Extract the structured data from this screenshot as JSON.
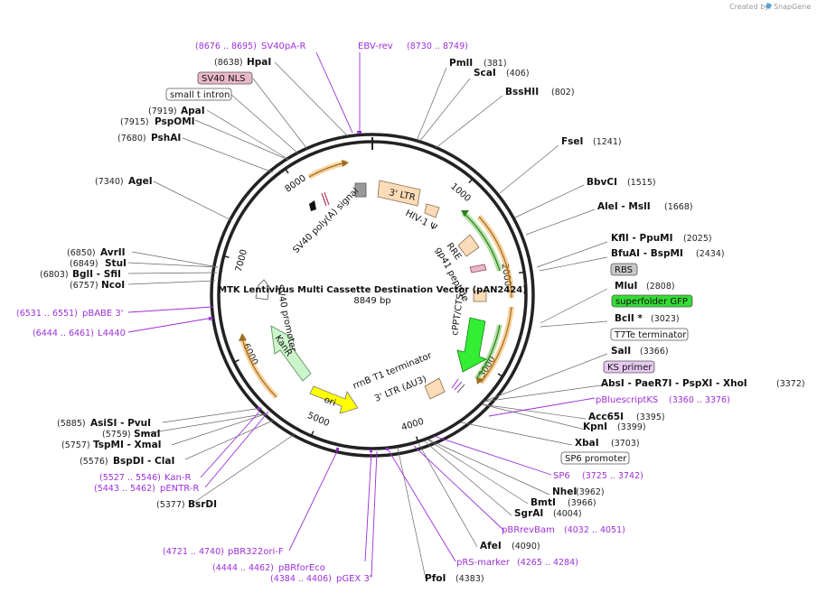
{
  "credit": {
    "text": "Created by",
    "brand": "SnapGene"
  },
  "plasmid": {
    "name": "MTK Lentivirus Multi Cassette Destination Vector (pAN2424)",
    "size": "8849 bp",
    "length": 8849
  },
  "ticks": [
    "1000",
    "2000",
    "3000",
    "4000",
    "5000",
    "6000",
    "7000",
    "8000"
  ],
  "enzymes": [
    {
      "name": "PmlI",
      "pos": "(381)"
    },
    {
      "name": "ScaI",
      "pos": "(406)"
    },
    {
      "name": "BssHII",
      "pos": "(802)"
    },
    {
      "name": "FseI",
      "pos": "(1241)"
    },
    {
      "name": "BbvCI",
      "pos": "(1515)"
    },
    {
      "name": "AleI - MslI",
      "pos": "(1668)"
    },
    {
      "name": "KflI - PpuMI",
      "pos": "(2025)"
    },
    {
      "name": "BfuAI - BspMI",
      "pos": "(2434)"
    },
    {
      "name": "MluI",
      "pos": "(2808)"
    },
    {
      "name": "BclI *",
      "pos": "(3023)"
    },
    {
      "name": "SalI",
      "pos": "(3366)"
    },
    {
      "name": "AbsI - PaeR7I - PspXI - XhoI",
      "pos": "(3372)"
    },
    {
      "name": "Acc65I",
      "pos": "(3395)"
    },
    {
      "name": "KpnI",
      "pos": "(3399)"
    },
    {
      "name": "XbaI",
      "pos": "(3703)"
    },
    {
      "name": "NheI",
      "pos": "(3962)"
    },
    {
      "name": "BmtI",
      "pos": "(3966)"
    },
    {
      "name": "SgrAI",
      "pos": "(4004)"
    },
    {
      "name": "AfeI",
      "pos": "(4090)"
    },
    {
      "name": "PfoI",
      "pos": "(4383)"
    },
    {
      "name": "BsrDI",
      "pos": "(5377)"
    },
    {
      "name": "BspDI - ClaI",
      "pos": "(5576)"
    },
    {
      "name": "TspMI - XmaI",
      "pos": "(5757)"
    },
    {
      "name": "SmaI",
      "pos": "(5759)"
    },
    {
      "name": "AsiSI - PvuI",
      "pos": "(5885)"
    },
    {
      "name": "NcoI",
      "pos": "(6757)"
    },
    {
      "name": "BglI - SfiI",
      "pos": "(6803)"
    },
    {
      "name": "StuI",
      "pos": "(6849)"
    },
    {
      "name": "AvrII",
      "pos": "(6850)"
    },
    {
      "name": "AgeI",
      "pos": "(7340)"
    },
    {
      "name": "PshAI",
      "pos": "(7680)"
    },
    {
      "name": "PspOMI",
      "pos": "(7915)"
    },
    {
      "name": "ApaI",
      "pos": "(7919)"
    },
    {
      "name": "HpaI",
      "pos": "(8638)"
    }
  ],
  "primers": [
    {
      "name": "EBV-rev",
      "range": "(8730 .. 8749)"
    },
    {
      "name": "SV40pA-R",
      "range": "(8676 .. 8695)"
    },
    {
      "name": "pBABE 3'",
      "range": "(6531 .. 6551)"
    },
    {
      "name": "L4440",
      "range": "(6444 .. 6461)"
    },
    {
      "name": "Kan-R",
      "range": "(5527 .. 5546)"
    },
    {
      "name": "pENTR-R",
      "range": "(5443 .. 5462)"
    },
    {
      "name": "pBR322ori-F",
      "range": "(4721 .. 4740)"
    },
    {
      "name": "pBRforEco",
      "range": "(4444 .. 4462)"
    },
    {
      "name": "pGEX 3'",
      "range": "(4384 .. 4406)"
    },
    {
      "name": "pRS-marker",
      "range": "(4265 .. 4284)"
    },
    {
      "name": "pBRrevBam",
      "range": "(4032 .. 4051)"
    },
    {
      "name": "SP6",
      "range": "(3725 .. 3742)"
    },
    {
      "name": "pBluescriptKS",
      "range": "(3360 .. 3376)"
    }
  ],
  "boxed_features": [
    {
      "name": "SV40 NLS",
      "fill": "#e9b8c8"
    },
    {
      "name": "small t intron",
      "fill": "#ffffff"
    },
    {
      "name": "RBS",
      "fill": "#c8c8c8"
    },
    {
      "name": "superfolder GFP",
      "fill": "#33dd33"
    },
    {
      "name": "T7Te terminator",
      "fill": "#ffffff"
    },
    {
      "name": "KS primer",
      "fill": "#e6c8f0"
    },
    {
      "name": "SP6 promoter",
      "fill": "#ffffff"
    }
  ],
  "inner_features": {
    "ltr3": "3' LTR",
    "hiv": "HIV-1 Ψ",
    "rre": "RRE",
    "gp41": "gp41 peptide",
    "cppt": "cPPT/CTS",
    "sv40pa": "SV40 poly(A) signal",
    "sv40prom": "SV40 promoter",
    "kanr": "KanR",
    "ori": "ori",
    "rrnb": "rrnB T1 terminator",
    "ltr3du3": "3' LTR (ΔU3)"
  },
  "colors": {
    "ring": "#222222",
    "primer": "#9b30d9",
    "ltr": "#fcdcb8",
    "gfp": "#33ee33",
    "kanr": "#ccf5cc",
    "ori": "#ffff00",
    "orange_arc": "#f2a33a",
    "green_arc": "#55bb33"
  }
}
